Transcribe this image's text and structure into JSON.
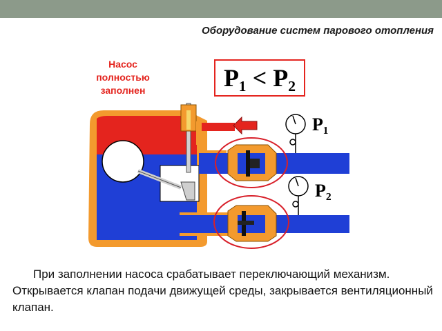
{
  "header": {
    "title": "Оборудование систем парового отопления"
  },
  "pump_label": {
    "line1": "Насос",
    "line2": "полностью",
    "line3": "заполнен"
  },
  "formula": {
    "text": "P₁ < P₂"
  },
  "gauges": {
    "p1": "P₁",
    "p2": "P₂"
  },
  "description": "При заполнении насоса срабатывает переключающий механизм. Открывается клапан подачи движущей среды, закрывается вентиляционный клапан.",
  "colors": {
    "water": "#1f3fd6",
    "steam": "#e4241e",
    "body": "#f39a2e",
    "topbar": "#8c9a8a",
    "highlight": "#d8202a"
  }
}
